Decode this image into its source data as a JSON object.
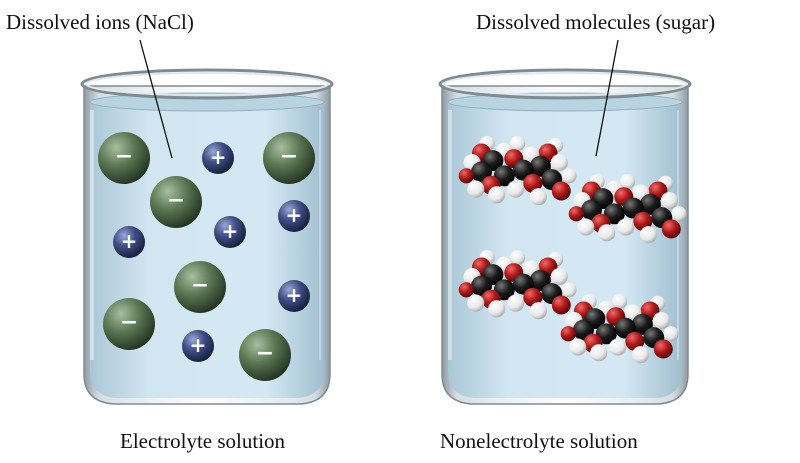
{
  "labels": {
    "ions": "Dissolved ions (NaCl)",
    "molecules": "Dissolved molecules (sugar)"
  },
  "captions": {
    "left": "Electrolyte solution",
    "right": "Nonelectrolyte solution"
  },
  "ions": [
    {
      "charge": "−",
      "kind": "anion"
    },
    {
      "charge": "+",
      "kind": "cation"
    },
    {
      "charge": "−",
      "kind": "anion"
    },
    {
      "charge": "−",
      "kind": "anion"
    },
    {
      "charge": "+",
      "kind": "cation"
    },
    {
      "charge": "+",
      "kind": "cation"
    },
    {
      "charge": "+",
      "kind": "cation"
    },
    {
      "charge": "−",
      "kind": "anion"
    },
    {
      "charge": "+",
      "kind": "cation"
    },
    {
      "charge": "−",
      "kind": "anion"
    },
    {
      "charge": "+",
      "kind": "cation"
    },
    {
      "charge": "−",
      "kind": "anion"
    }
  ],
  "sugar_molecule_count": 4,
  "colors": {
    "water": "#c9e2ef",
    "anion": "#5d7a55",
    "cation": "#3f4f86",
    "oxygen": "#b01818",
    "carbon": "#1c1c1c",
    "hydrogen": "#f2f2f2"
  }
}
